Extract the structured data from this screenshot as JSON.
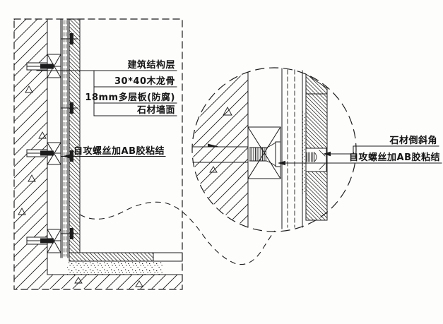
{
  "drawing": {
    "kind": "stone-cladding-wall-section-detail",
    "colors": {
      "background": "#fdfdfc",
      "line": "#1c1c1c"
    },
    "section": {
      "callouts": {
        "structure": "建筑结构层",
        "keel": "30*40木龙骨",
        "plywood": "18mm多层板(防腐)",
        "stone": "石材墙面",
        "screw_glue": "自攻螺丝加AB胶粘结"
      }
    },
    "detail": {
      "callouts": {
        "chamfer": "石材倒斜角",
        "screw_glue": "自攻螺丝加AB胶粘结"
      }
    }
  }
}
